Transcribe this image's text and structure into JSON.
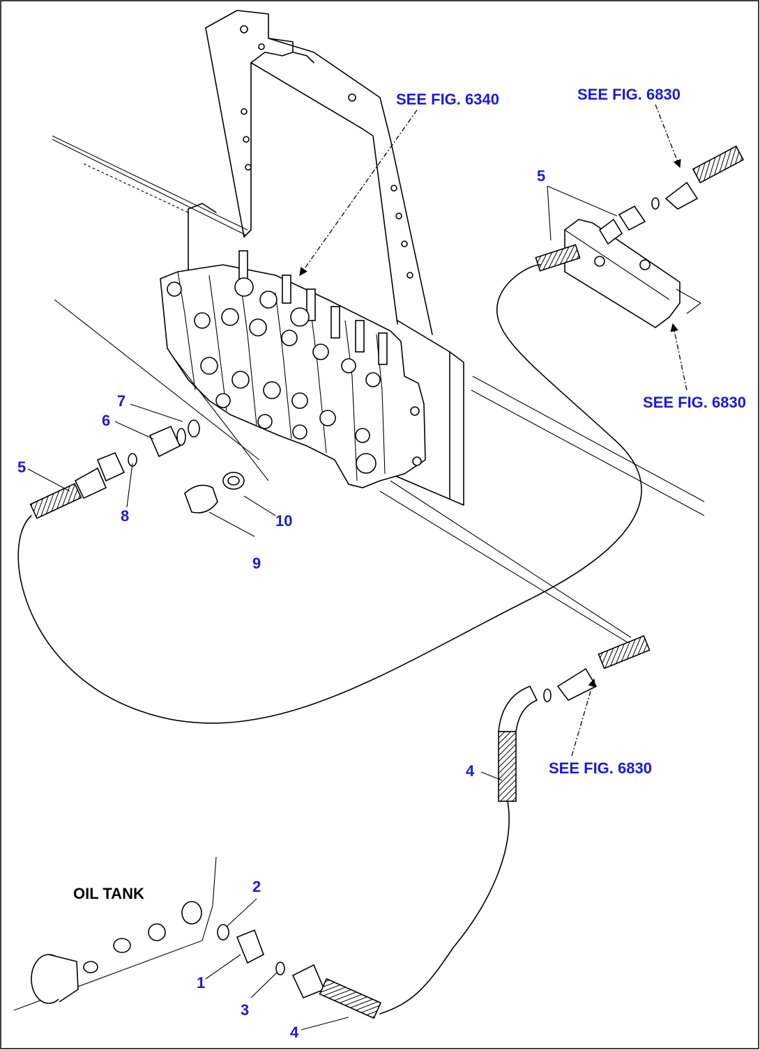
{
  "references": {
    "fig_6340": "SEE FIG. 6340",
    "fig_6830_top": "SEE FIG. 6830",
    "fig_6830_right": "SEE FIG. 6830",
    "fig_6830_bottom": "SEE FIG. 6830"
  },
  "oil_tank_label": "OIL TANK",
  "part_callouts": {
    "p1": "1",
    "p2": "2",
    "p3": "3",
    "p4_upper": "4",
    "p4_lower": "4",
    "p5_left": "5",
    "p5_right": "5",
    "p6": "6",
    "p7": "7",
    "p8": "8",
    "p9": "9",
    "p10": "10"
  },
  "colors": {
    "callout": "#1a1adc",
    "line": "#000000",
    "background": "#ffffff"
  }
}
